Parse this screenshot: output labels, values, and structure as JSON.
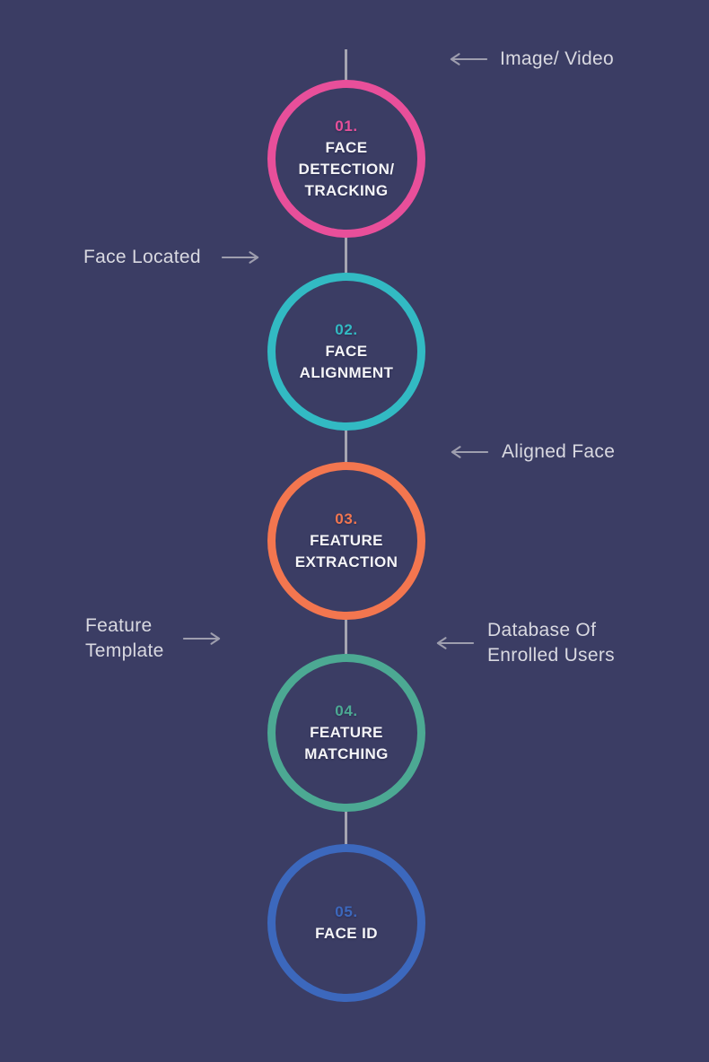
{
  "colors": {
    "background": "#3b3d64",
    "connector": "#a5a5b2",
    "arrow": "#9e9eae",
    "annotation_text": "#d9d9e1",
    "step_text": "#f5f5f8"
  },
  "steps": [
    {
      "number": "01.",
      "label": "FACE\nDETECTION/\nTRACKING",
      "color": "#e84f9a"
    },
    {
      "number": "02.",
      "label": "FACE\nALIGNMENT",
      "color": "#32bac3"
    },
    {
      "number": "03.",
      "label": "FEATURE\nEXTRACTION",
      "color": "#f3764f"
    },
    {
      "number": "04.",
      "label": "FEATURE\nMATCHING",
      "color": "#4ca993"
    },
    {
      "number": "05.",
      "label": "FACE ID",
      "color": "#3c68bd"
    }
  ],
  "annotations": [
    {
      "text": "Image/ Video",
      "arrow_direction": "left"
    },
    {
      "text": "Face Located",
      "arrow_direction": "right"
    },
    {
      "text": "Aligned Face",
      "arrow_direction": "left"
    },
    {
      "text": "Feature\nTemplate",
      "arrow_direction": "right"
    },
    {
      "text": "Database Of\nEnrolled Users",
      "arrow_direction": "left"
    }
  ]
}
